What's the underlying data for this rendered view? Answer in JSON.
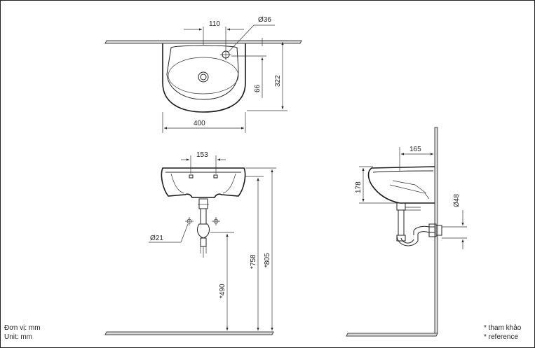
{
  "dimensions": {
    "top_faucet_offset": "110",
    "top_hole_dia": "Ø36",
    "top_depth": "322",
    "top_depth_inner": "66",
    "top_width": "400",
    "front_hole_spacing": "153",
    "front_drain_dia": "Ø21",
    "front_rim_height_1": "*758",
    "front_rim_height_2": "*805",
    "front_waste_height": "*490",
    "side_projection": "165",
    "side_bowl_height": "178",
    "side_pipe_dia": "Ø48"
  },
  "notes": {
    "unit_vi": "Đơn vị: mm",
    "unit_en": "Unit: mm",
    "reference_vi": "* tham khảo",
    "reference_en": "* reference"
  }
}
